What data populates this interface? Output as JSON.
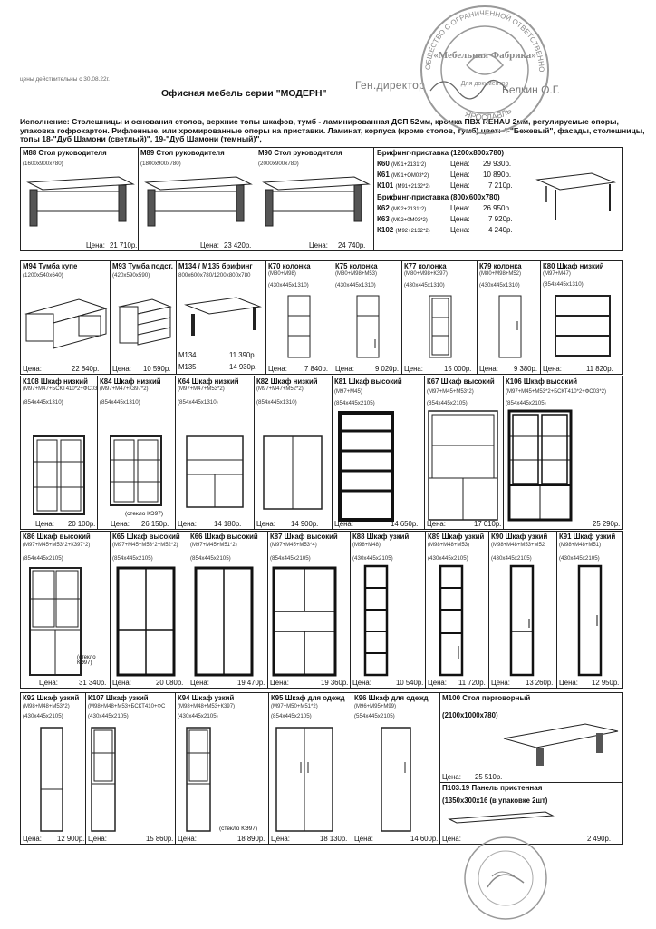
{
  "header": {
    "date_note": "цены действительны с 30.08.22г.",
    "title": "Офисная мебель серии \"МОДЕРН\"",
    "director_label": "Ген.директор",
    "director_name": "Белкин О.Г."
  },
  "description": "Исполнение: Столешницы и основания столов, верхние топы шкафов, тумб - ламинированная ДСП 52мм, кромка ПВХ REHAU 2мм, регулируемые опоры, упаковка гофрокартон. Рифленные, или хромированные опоры на приставки. Ламинат, корпуса (кроме столов, тумб) цвет: 4-\"Бежевый\", фасады, столешницы, топы 18-\"Дуб Шамони (светлый)\", 19-\"Дуб Шамони (темный)\",",
  "price_label": "Цена:",
  "stamp": {
    "top_text": "ОБЩЕСТВО С ОГРАНИЧЕННОЙ ОТВЕТСТВЕННОСТЬЮ",
    "center_text": "«Мебельная Фабрика»",
    "bottom_text": "ЯРОСЛАВЛЬ",
    "note": "Для документов"
  },
  "briefing": {
    "title1": "Брифинг-приставка (1200х800х780)",
    "title2": "Брифинг-приставка (800х600х780)",
    "items": [
      {
        "code": "К60",
        "spec": "(М91+2131*2)",
        "price": "29 930р."
      },
      {
        "code": "К61",
        "spec": "(М91+ОМ03*2)",
        "price": "10 890р."
      },
      {
        "code": "К101",
        "spec": "(М91+2132*2)",
        "price": "7 210р."
      },
      {
        "code": "К62",
        "spec": "(М92+2131*2)",
        "price": "26 950р."
      },
      {
        "code": "К63",
        "spec": "(М92+0М03*2)",
        "price": "7 920р."
      },
      {
        "code": "К102",
        "spec": "(М92+2132*2)",
        "price": "4 240р."
      }
    ]
  },
  "m134": {
    "line1": "М134",
    "price1": "11 390р.",
    "line2": "М135",
    "price2": "14 930р."
  },
  "row1": [
    {
      "name": "М88 Стол руководителя",
      "dims": "(1600х900х780)",
      "price": "21 710р."
    },
    {
      "name": "М89 Стол руководителя",
      "dims": "(1800х900х780)",
      "price": "23 420р."
    },
    {
      "name": "М90 Стол руководителя",
      "dims": "(2000х900х780)",
      "price": "24 740р."
    }
  ],
  "row2": [
    {
      "name": "М94 Тумба купе",
      "sub": "",
      "dims": "(1200х540х640)",
      "price": "22 840р."
    },
    {
      "name": "М93 Тумба подст.",
      "sub": "",
      "dims": "(420х590х590)",
      "price": "10 590р."
    },
    {
      "name": "М134 / М135 брифинг",
      "sub": "",
      "dims": "800х600х780/1200х800х780",
      "price": ""
    },
    {
      "name": "К70 колонка",
      "sub": "(М80+М98)",
      "dims": "(430х445х1310)",
      "price": "7 840р."
    },
    {
      "name": "К75 колонка",
      "sub": "(М80+М98+М53)",
      "dims": "(430х445х1310)",
      "price": "9 020р."
    },
    {
      "name": "К77 колонка",
      "sub": "(М80+М98+К397)",
      "dims": "(430х445х1310)",
      "price": "15 000р."
    },
    {
      "name": "К79 колонка",
      "sub": "(М80+М98+М52)",
      "dims": "(430х445х1310)",
      "price": "9 380р."
    },
    {
      "name": "К80 Шкаф низкий",
      "sub": "(М97+М47)",
      "dims": "(854х445х1310)",
      "price": "11 820р."
    }
  ],
  "row3": [
    {
      "name": "К108 Шкаф низкий",
      "sub": "(М97+М47+БСКТ410*2+ФС03",
      "dims": "(854х445х1310)",
      "price": "20 100р.",
      "note": ""
    },
    {
      "name": "К84 Шкаф низкий",
      "sub": "(М97+М47+К397*2)",
      "dims": "(854х445х1310)",
      "price": "26 150р.",
      "note": "(стекло КЭ97)"
    },
    {
      "name": "К64 Шкаф низкий",
      "sub": "(М97+М47+М53*2)",
      "dims": "(854х445х1310)",
      "price": "14 180р.",
      "note": ""
    },
    {
      "name": "К82 Шкаф низкий",
      "sub": "(М97+М47+М52*2)",
      "dims": "(854х445х1310)",
      "price": "14 900р.",
      "note": ""
    },
    {
      "name": "К81 Шкаф высокий",
      "sub": "(М97+М45)",
      "dims": "(854х445х2105)",
      "price": "14 650р.",
      "note": ""
    },
    {
      "name": "К67 Шкаф высокий",
      "sub": "(М97+М45+М53*2)",
      "dims": "(854х445х2105)",
      "price": "17 010р.",
      "note": ""
    },
    {
      "name": "К106 Шкаф высокий",
      "sub": "(М97+М45+М53*2+БСКТ410*2+ФС03*2)",
      "dims": "(854х445х2105)",
      "price": "25 290р.",
      "note": ""
    }
  ],
  "row4": [
    {
      "name": "К86 Шкаф высокий",
      "sub": "(М97+М45+М53*2+К397*2)",
      "dims": "(854х445х2105)",
      "price": "31 340р.",
      "note": "(стекло КЭ97)"
    },
    {
      "name": "К65 Шкаф высокий",
      "sub": "(М97+М45+М53*2+М52*2)",
      "dims": "(854х445х2105)",
      "price": "20 080р.",
      "note": ""
    },
    {
      "name": "К66 Шкаф высокий",
      "sub": "(М97+М45+М51*2)",
      "dims": "(854х445х2105)",
      "price": "19 470р.",
      "note": ""
    },
    {
      "name": "К87 Шкаф высокий",
      "sub": "(М97+М45+М53*4)",
      "dims": "(854х445х2105)",
      "price": "19 360р.",
      "note": ""
    },
    {
      "name": "К88 Шкаф узкий",
      "sub": "(М98+М48)",
      "dims": "(430х445х2105)",
      "price": "10 540р.",
      "note": ""
    },
    {
      "name": "К89 Шкаф узкий",
      "sub": "(М98+М48+М53)",
      "dims": "(430х445х2105)",
      "price": "11 720р.",
      "note": ""
    },
    {
      "name": "К90 Шкаф узкий",
      "sub": "(М98+М48+М53+М52",
      "dims": "(430х445х2105)",
      "price": "13 260р.",
      "note": ""
    },
    {
      "name": "К91 Шкаф узкий",
      "sub": "(М98+М48+М51)",
      "dims": "(430х445х2105)",
      "price": "12 950р.",
      "note": ""
    }
  ],
  "row5": [
    {
      "name": "К92 Шкаф узкий",
      "sub": "(М98+М48+М53*2)",
      "dims": "(430х445х2105)",
      "price": "12 900р.",
      "note": ""
    },
    {
      "name": "К107 Шкаф узкий",
      "sub": "(М98+М48+М53+БСКТ410+ФС",
      "dims": "(430х445х2105)",
      "price": "15 860р.",
      "note": ""
    },
    {
      "name": "К94 Шкаф узкий",
      "sub": "(М98+М48+М53+К397)",
      "dims": "(430х445х2105)",
      "price": "18 890р.",
      "note": "(стекло КЭ97)"
    },
    {
      "name": "К95 Шкаф для одежд",
      "sub": "(М97+М50+М51*2)",
      "dims": "(854х445х2105)",
      "price": "18 130р.",
      "note": ""
    },
    {
      "name": "К96 Шкаф для одежд",
      "sub": "(М96+М95+М99)",
      "dims": "(554х445х2105)",
      "price": "14 600р.",
      "note": ""
    }
  ],
  "m100": {
    "name": "М100   Стол перговорный",
    "dims": "(2100х1000х780)",
    "price": "25 510р."
  },
  "p103": {
    "name": "П103.19   Панель пристенная",
    "dims": "(1350х300х16 (в упаковке 2шт)",
    "price": "2 490р."
  }
}
